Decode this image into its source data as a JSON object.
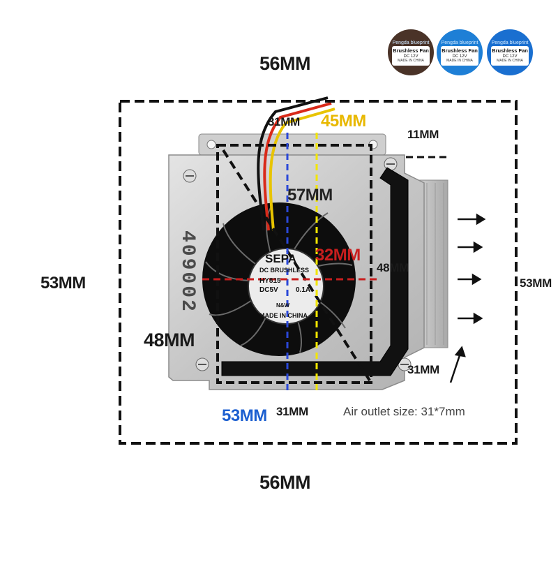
{
  "brand_badges": [
    {
      "brand": "Pengda blueprint",
      "title": "Brushless Fan",
      "spec": "DC 12V",
      "origin": "MADE IN CHINA",
      "color": "#4a3328"
    },
    {
      "brand": "Pengda blueprint",
      "title": "Brushless Fan",
      "spec": "DC 12V",
      "origin": "MADE IN CHINA",
      "color": "#1e7fd6"
    },
    {
      "brand": "Pengda blueprint",
      "title": "Brushless Fan",
      "spec": "DC 12V",
      "origin": "MADE IN CHINA",
      "color": "#1a6fd0"
    }
  ],
  "dimensions": {
    "top_outer_width": "56MM",
    "bottom_outer_width": "56MM",
    "left_outer_height": "53MM",
    "right_outer_height": "53MM",
    "fan_width_top": "31MM",
    "fan_width_bottom": "31MM",
    "fan_diagonal_top": "45MM",
    "fan_diagonal": "57MM",
    "fan_center_width": "32MM",
    "fan_height_right": "48MM",
    "fan_height_left": "48MM",
    "fan_bottom_width": "53MM",
    "outlet_top": "11MM",
    "outlet_height": "31MM"
  },
  "fan_label": {
    "brand": "SEPA",
    "type": "DC BRUSHLESS",
    "model": "HY815",
    "voltage": "DC5V",
    "current": "0.1A",
    "origin": "MADE IN CHINA",
    "code": "N&W"
  },
  "part_number": "409002",
  "air_outlet_note": "Air outlet size: 31*7mm",
  "colors": {
    "dashed_frame": "#111111",
    "blue_guide": "#2a48d8",
    "yellow_guide": "#f2e600",
    "red_guide": "#c81e1e",
    "metal": "#c9c9c9",
    "accent_yellow_text": "#e8b800",
    "accent_red_text": "#c81e1e",
    "accent_blue_text": "#1c5fd0"
  }
}
